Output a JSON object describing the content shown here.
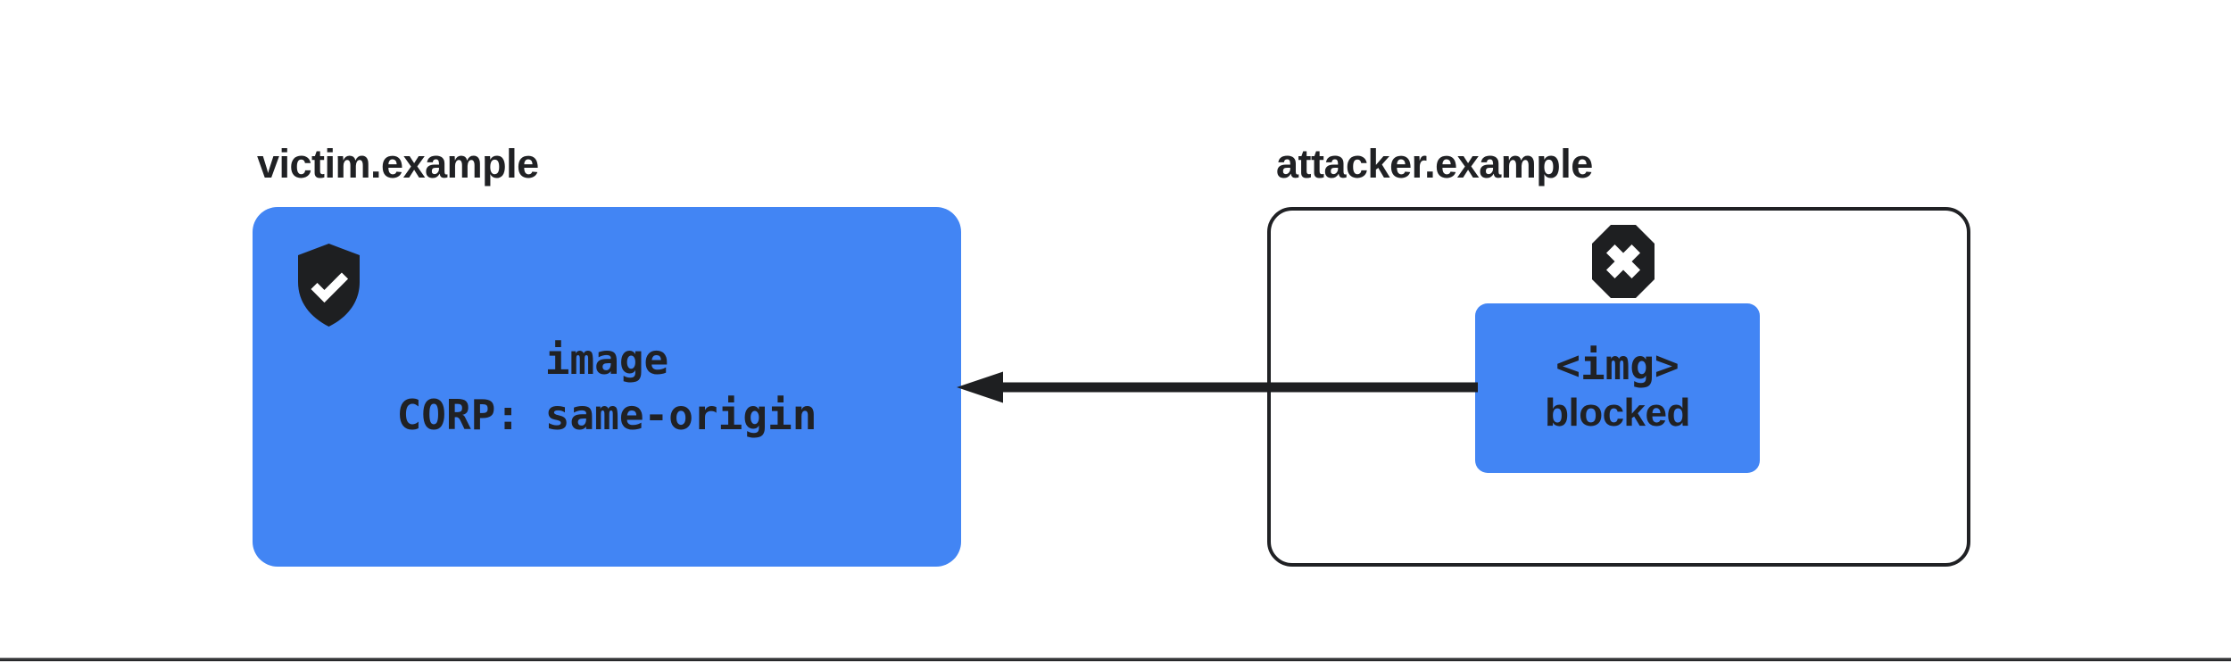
{
  "victim": {
    "label": "victim.example",
    "resource_line": "image",
    "policy_line": "CORP: same-origin",
    "icon": "shield-check-icon"
  },
  "attacker": {
    "label": "attacker.example",
    "element_line": "<img>",
    "status_line": "blocked",
    "icon": "blocked-x-icon"
  },
  "arrow": {
    "direction": "right-to-left",
    "meaning": "cross-origin image request"
  },
  "colors": {
    "accent_blue": "#4285f4",
    "ink": "#202124",
    "bottom_rule": "#3a3b3d",
    "background": "#ffffff"
  }
}
